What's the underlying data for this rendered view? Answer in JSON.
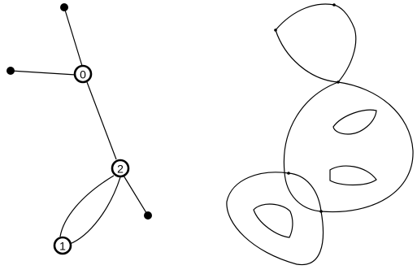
{
  "colors": {
    "stroke": "#000000",
    "background": "#ffffff"
  },
  "graph": {
    "labeled_nodes": [
      {
        "id": "node-0",
        "label": "0"
      },
      {
        "id": "node-1",
        "label": "1"
      },
      {
        "id": "node-2",
        "label": "2"
      }
    ],
    "leaf_nodes": [
      {
        "id": "leaf-top"
      },
      {
        "id": "leaf-left"
      },
      {
        "id": "leaf-bottom-right"
      }
    ],
    "edges": [
      {
        "from": "leaf-top",
        "to": "node-0"
      },
      {
        "from": "leaf-left",
        "to": "node-0"
      },
      {
        "from": "node-0",
        "to": "node-2"
      },
      {
        "from": "node-2",
        "to": "leaf-bottom-right"
      },
      {
        "from": "node-2",
        "to": "node-1"
      },
      {
        "from": "node-2",
        "to": "node-1"
      }
    ]
  },
  "surface": {
    "components": [
      {
        "id": "top-disk",
        "holes": 0
      },
      {
        "id": "big-surface",
        "holes": 2
      },
      {
        "id": "bottom-surface",
        "holes": 1
      }
    ]
  }
}
